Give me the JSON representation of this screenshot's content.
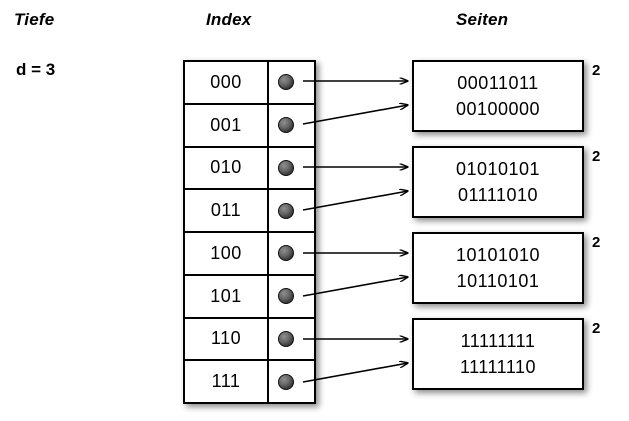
{
  "diagram": {
    "title_columns": {
      "depth": "Tiefe",
      "index": "Index",
      "pages": "Seiten"
    },
    "global_depth_label": "d = 3",
    "global_depth_value": 3,
    "index_entries": [
      {
        "key": "000",
        "pointer_icon": "pointer-dot-icon",
        "target_page": 0
      },
      {
        "key": "001",
        "pointer_icon": "pointer-dot-icon",
        "target_page": 0
      },
      {
        "key": "010",
        "pointer_icon": "pointer-dot-icon",
        "target_page": 1
      },
      {
        "key": "011",
        "pointer_icon": "pointer-dot-icon",
        "target_page": 1
      },
      {
        "key": "100",
        "pointer_icon": "pointer-dot-icon",
        "target_page": 2
      },
      {
        "key": "101",
        "pointer_icon": "pointer-dot-icon",
        "target_page": 2
      },
      {
        "key": "110",
        "pointer_icon": "pointer-dot-icon",
        "target_page": 3
      },
      {
        "key": "111",
        "pointer_icon": "pointer-dot-icon",
        "target_page": 3
      }
    ],
    "pages": [
      {
        "records": [
          "00011011",
          "00100000"
        ],
        "local_depth": "2"
      },
      {
        "records": [
          "01010101",
          "01111010"
        ],
        "local_depth": "2"
      },
      {
        "records": [
          "10101010",
          "10110101"
        ],
        "local_depth": "2"
      },
      {
        "records": [
          "11111111",
          "11111110"
        ],
        "local_depth": "2"
      }
    ],
    "colors": {
      "background": "#ffffff",
      "stroke": "#000000",
      "pointer_dot": "#3a3a3a",
      "box_fill": "#ffffff"
    }
  }
}
